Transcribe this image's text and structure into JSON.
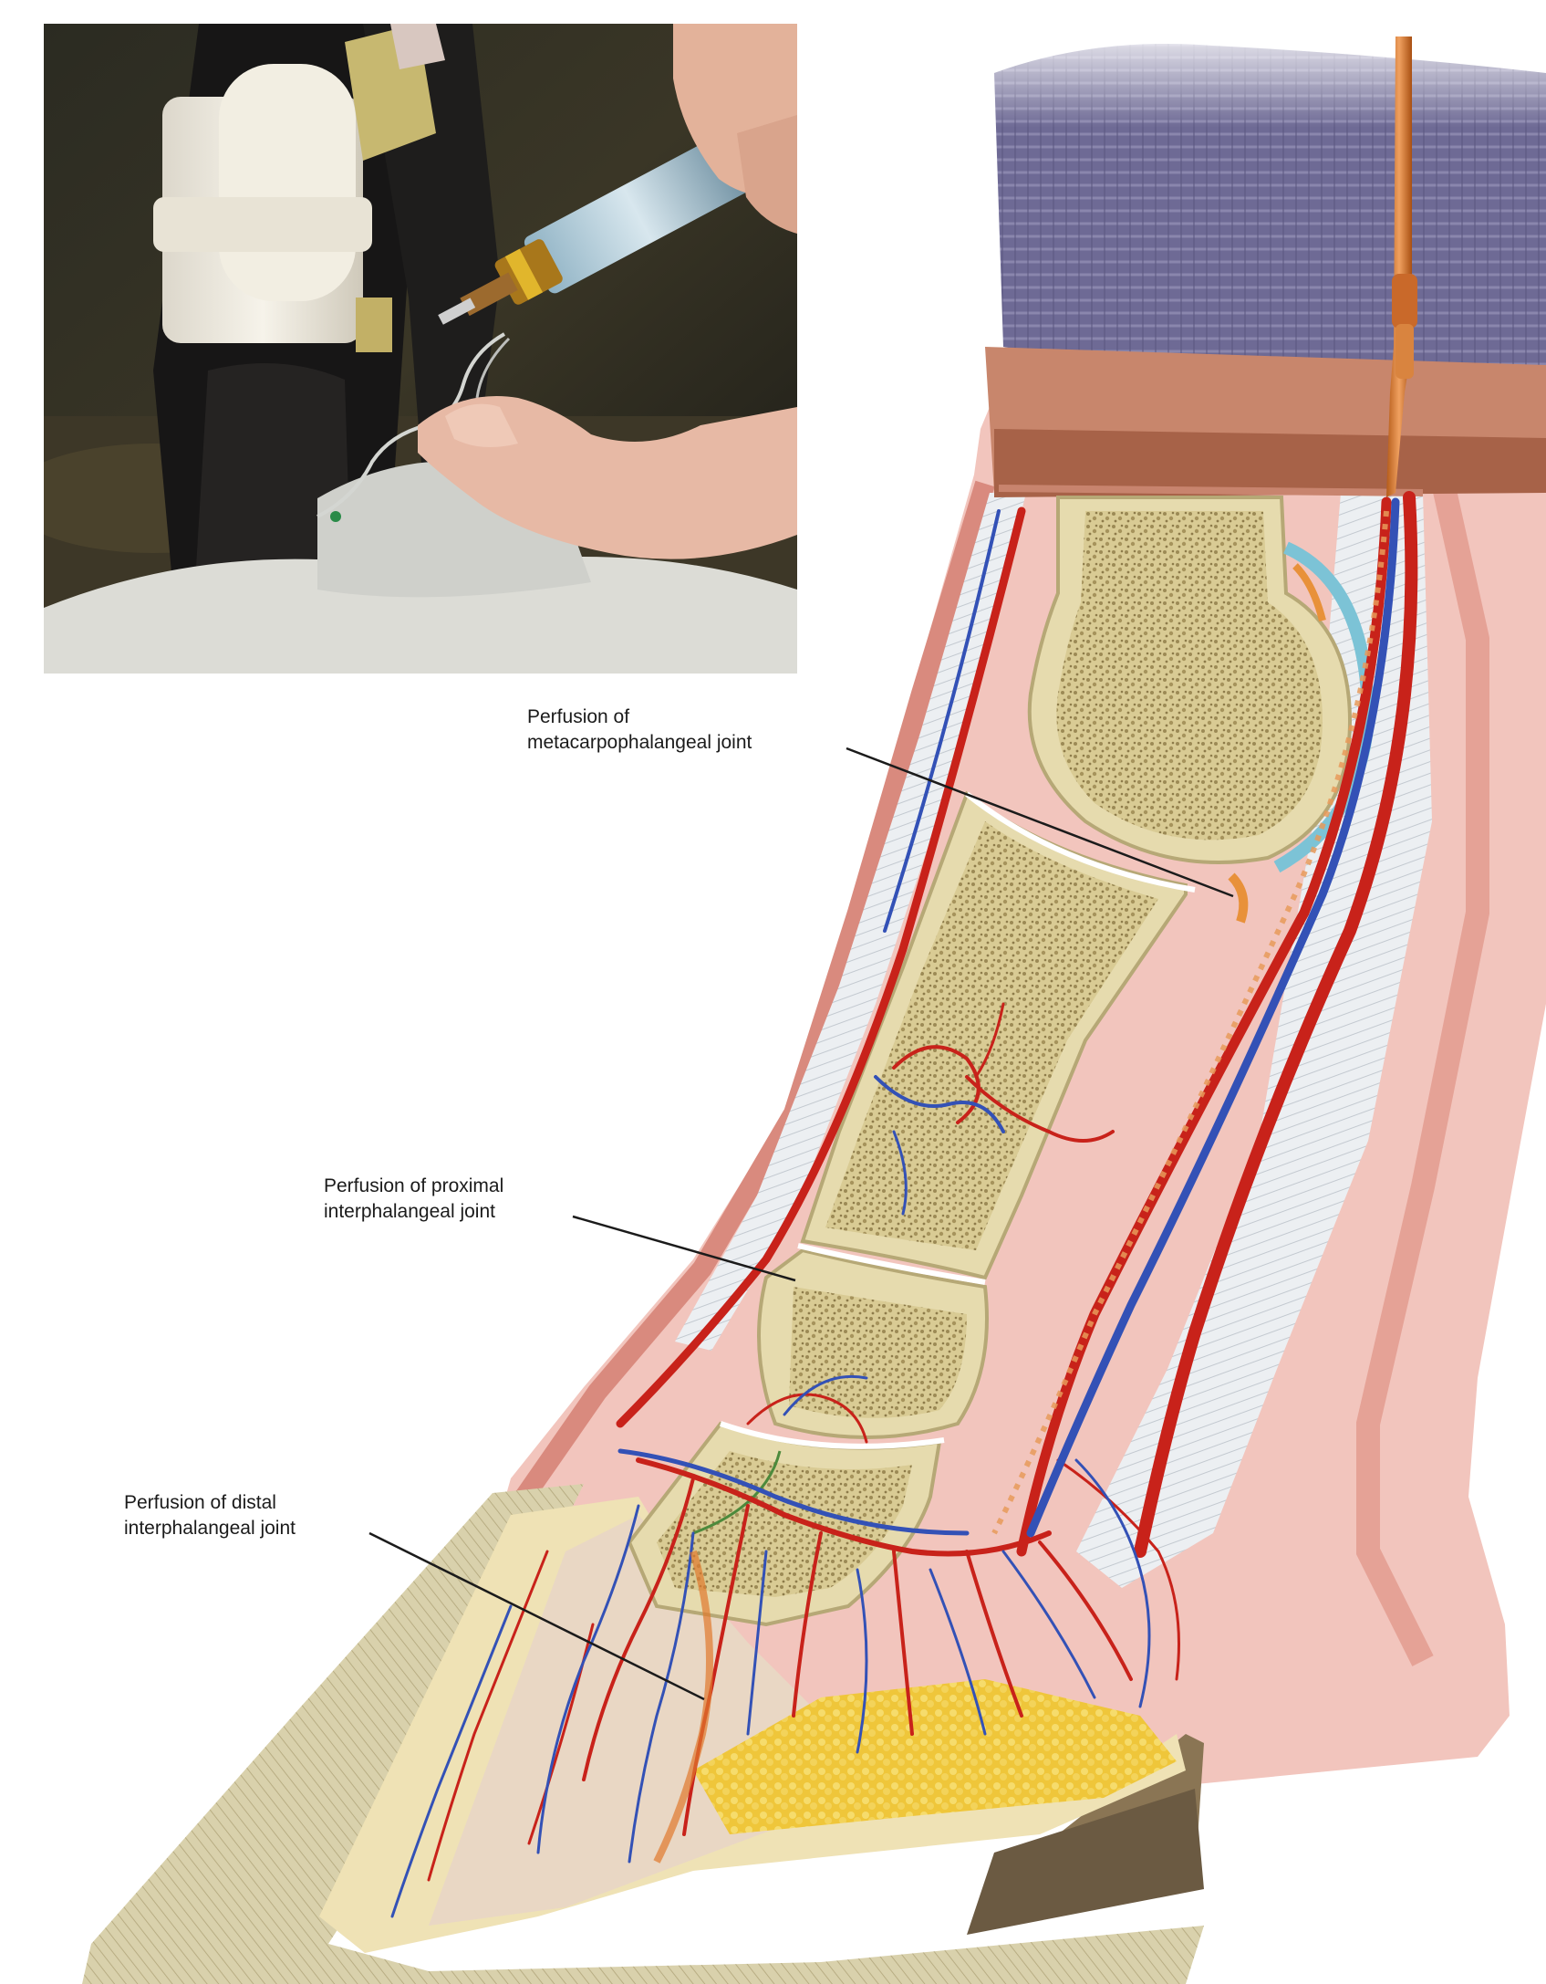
{
  "photo": {
    "icon": "clinical-photo-syringe-in-tourniquet-limb"
  },
  "illustration": {
    "icon": "sagittal-section-equine-distal-limb"
  },
  "labels": {
    "mcp": {
      "line1": "Perfusion of",
      "line2": "metacarpophalangeal joint"
    },
    "pip": {
      "line1": "Perfusion of proximal",
      "line2": "interphalangeal joint"
    },
    "dip": {
      "line1": "Perfusion of distal",
      "line2": "interphalangeal joint"
    }
  },
  "colors": {
    "bone": "#e6dbae",
    "marrow": "#c9b780",
    "artery": "#c8221a",
    "vein": "#3351b6",
    "bandage": "#6f6a96",
    "catheter": "#d77a2c",
    "hoof": "#cfc7a2",
    "solar_fat": "#f1cf4a",
    "skin": "#e4a59a"
  }
}
